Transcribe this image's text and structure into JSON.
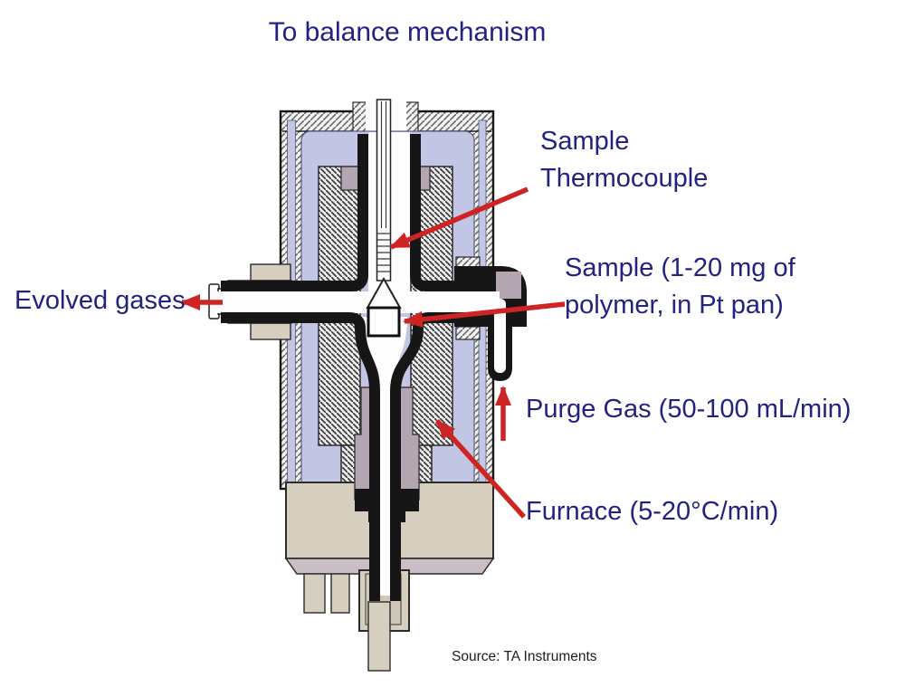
{
  "title": "To balance mechanism",
  "diagram": {
    "labels": {
      "sample_thermocouple": "Sample\nThermocouple",
      "sample": "Sample (1-20 mg of\npolymer, in Pt pan)",
      "evolved_gases": "Evolved gases",
      "purge_gas": "Purge Gas (50-100 mL/min)",
      "furnace": "Furnace (5-20°C/min)"
    }
  },
  "source": "Source: TA Instruments",
  "colors": {
    "label_text": "#222280",
    "arrow": "#cf2424",
    "insulation": "#c2c5e3",
    "metal_tan": "#d6cfc0",
    "holder_mauve": "#b3a6b0",
    "bevel_mauve": "#c9bdc6",
    "outline": "#161616"
  }
}
